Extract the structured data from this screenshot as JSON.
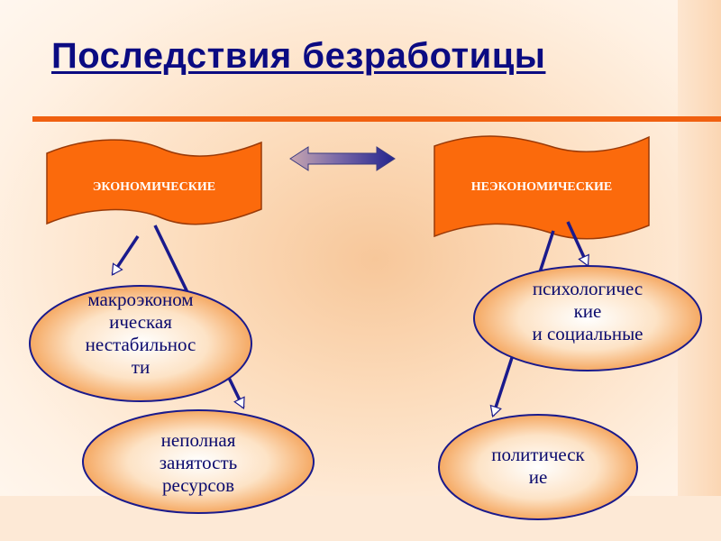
{
  "title": "Последствия безработицы",
  "left": {
    "header": "ЭКОНОМИЧЕСКИЕ",
    "items": [
      {
        "lines": [
          "макроэконом",
          "ическая",
          "нестабильнос",
          "ти"
        ]
      },
      {
        "lines": [
          "неполная",
          "занятость",
          "ресурсов"
        ]
      }
    ]
  },
  "right": {
    "header": "НЕЭКОНОМИЧЕСКИЕ",
    "items": [
      {
        "lines": [
          "психологичес",
          "кие",
          "и социальные"
        ]
      },
      {
        "lines": [
          "политическ",
          "ие"
        ]
      }
    ]
  },
  "colors": {
    "title": "#0b0b82",
    "accent": "#f06010",
    "banner_fill": "#fb6a0c",
    "connector": "#1a1a8c"
  }
}
